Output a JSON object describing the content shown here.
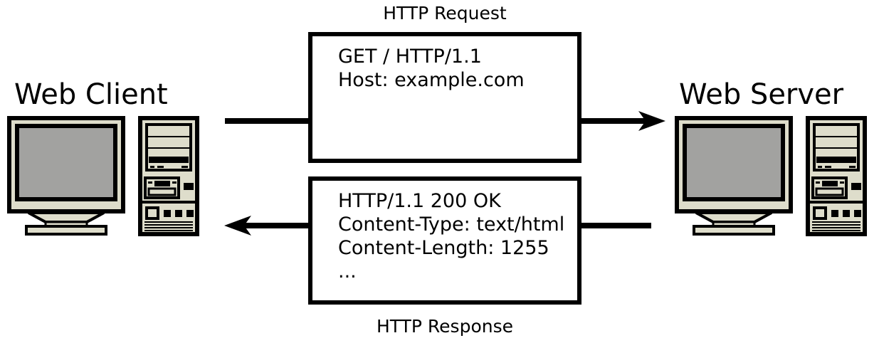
{
  "diagram": {
    "client": {
      "label": "Web Client"
    },
    "server": {
      "label": "Web Server"
    },
    "request": {
      "title": "HTTP Request",
      "lines": [
        "GET / HTTP/1.1",
        "Host: example.com"
      ]
    },
    "response": {
      "title": "HTTP Response",
      "lines": [
        "HTTP/1.1 200 OK",
        "Content-Type: text/html",
        "Content-Length: 1255",
        "..."
      ]
    },
    "colors": {
      "background": "#ffffff",
      "line": "#000000",
      "computer_body": "#deddcb",
      "monitor_screen": "#a2a2a0"
    }
  }
}
